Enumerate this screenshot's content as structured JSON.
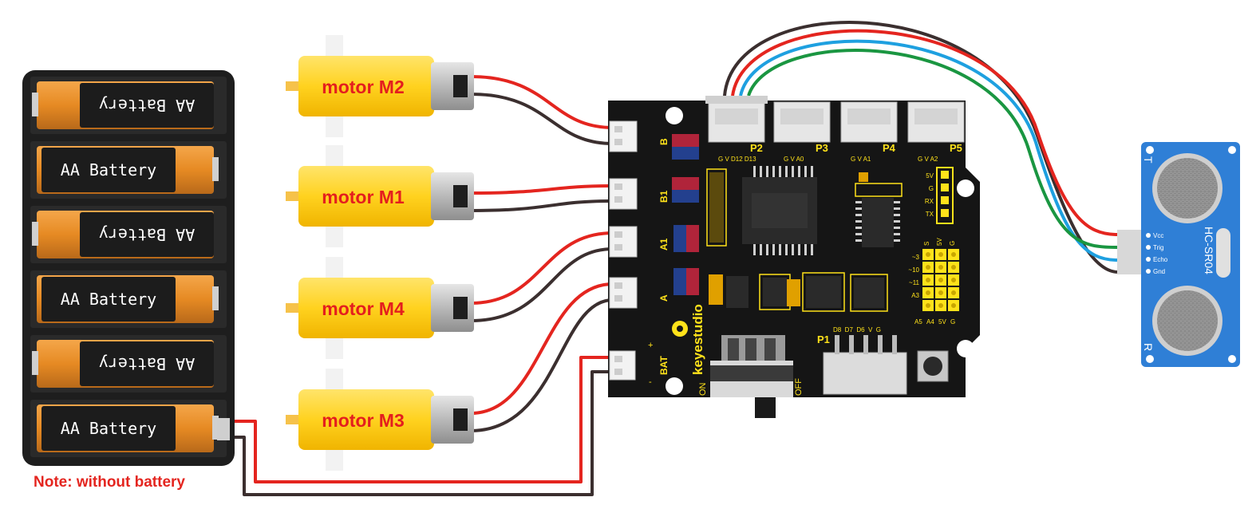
{
  "battery_pack": {
    "cells": [
      {
        "label": "AA Battery",
        "flipped": true
      },
      {
        "label": "AA Battery",
        "flipped": false
      },
      {
        "label": "AA Battery",
        "flipped": true
      },
      {
        "label": "AA Battery",
        "flipped": false
      },
      {
        "label": "AA Battery",
        "flipped": true
      },
      {
        "label": "AA Battery",
        "flipped": false
      }
    ],
    "note": "Note: without battery"
  },
  "motors": [
    {
      "label": "motor M2"
    },
    {
      "label": "motor M1"
    },
    {
      "label": "motor M4"
    },
    {
      "label": "motor M3"
    }
  ],
  "board": {
    "brand": "keyestudio",
    "motor_ports": [
      "B",
      "B1",
      "A1",
      "A"
    ],
    "bat_port": {
      "label": "BAT",
      "plus": "+",
      "minus": "-"
    },
    "headers": [
      {
        "name": "P2",
        "pins": "G  V  D12  D13"
      },
      {
        "name": "P3",
        "pins": "G  V  A0"
      },
      {
        "name": "P4",
        "pins": "G  V  A1"
      },
      {
        "name": "P5",
        "pins": "G  V  A2"
      }
    ],
    "serial_pins": [
      "5V",
      "G",
      "RX",
      "TX"
    ],
    "grid_top": [
      "S",
      "5V",
      "G"
    ],
    "grid_left": [
      "~3",
      "~10",
      "~11",
      "A3"
    ],
    "grid_bottom": [
      "A5",
      "A4",
      "5V",
      "G"
    ],
    "p1": {
      "name": "P1",
      "pins": "D8  D7  D6  V  G"
    },
    "switch": {
      "on": "ON",
      "off": "OFF"
    }
  },
  "sensor": {
    "model": "HC-SR04",
    "pins": [
      "Vcc",
      "Trig",
      "Echo",
      "Gnd"
    ],
    "t_label": "T",
    "r_label": "R"
  },
  "colors": {
    "wire_red": "#e4251f",
    "wire_black": "#3b2f2f",
    "wire_blue": "#1ea0e0",
    "wire_green": "#1a9641",
    "motor_yellow": "#ffd21f",
    "board_black": "#151515",
    "silk_yellow": "#ffe21a",
    "sensor_blue": "#2f7fd6"
  }
}
